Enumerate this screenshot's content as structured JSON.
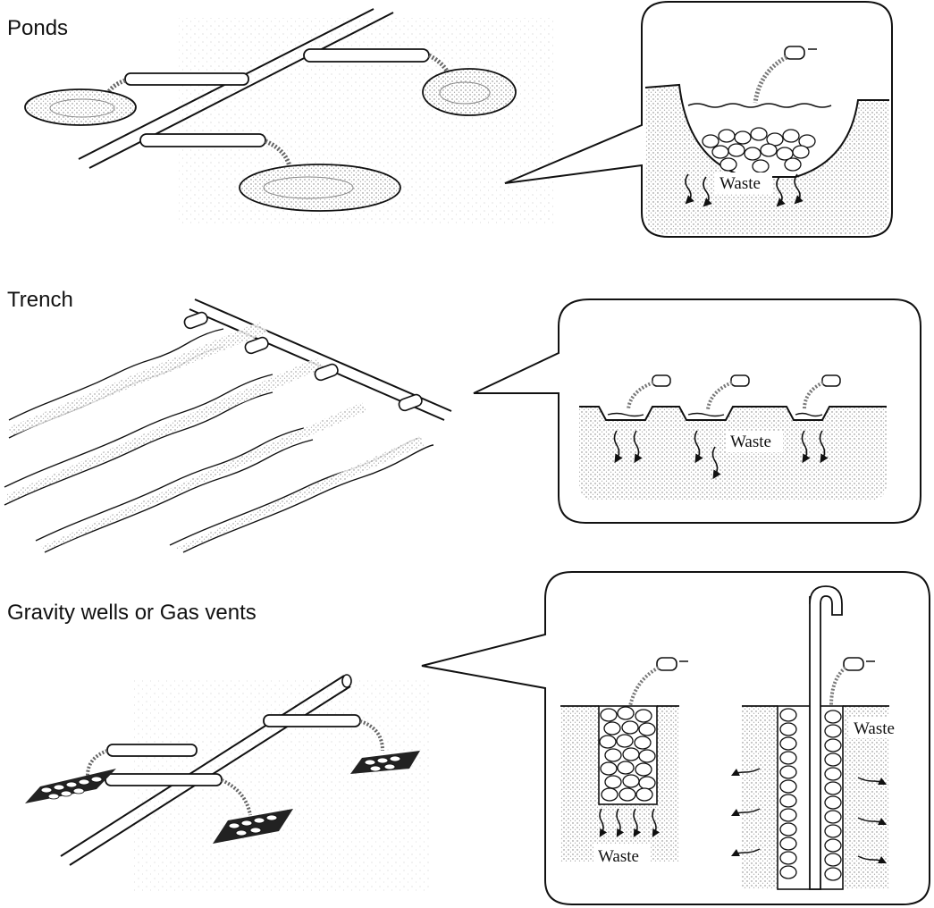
{
  "sections": {
    "ponds": {
      "title": "Ponds",
      "waste_label": "Waste"
    },
    "trench": {
      "title": "Trench",
      "waste_label": "Waste"
    },
    "wells": {
      "title": "Gravity wells or Gas vents",
      "waste_label_left": "Waste",
      "waste_label_right": "Waste"
    }
  },
  "colors": {
    "ink": "#111111",
    "soil": "#cfcfcf",
    "stipple": "#8a8a8a",
    "background": "#ffffff"
  },
  "icons": {
    "pipe": "pipe-icon",
    "gravel": "gravel-icon",
    "flow_arrow": "flow-arrow-icon"
  }
}
